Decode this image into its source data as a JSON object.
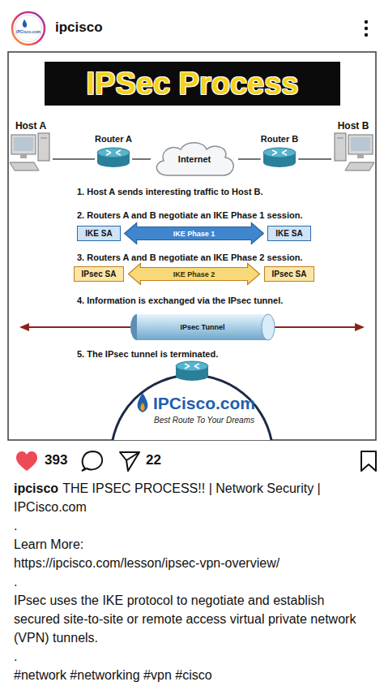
{
  "diagram": {
    "title": "IPSec Process",
    "nodes": [
      {
        "text": [
          "Host A"
        ]
      },
      {
        "text": [
          "Router A"
        ]
      },
      {
        "text": [
          "Internet"
        ]
      },
      {
        "text": [
          "Router B"
        ]
      },
      {
        "text": [
          "Host B"
        ]
      },
      {
        "text": [
          "IKE SA"
        ]
      },
      {
        "text": [
          "IKE SA"
        ]
      },
      {
        "text": [
          "IPsec SA"
        ]
      },
      {
        "text": [
          "IPsec SA"
        ]
      },
      {
        "text": [
          "IPsec Tunnel"
        ]
      }
    ],
    "edges": [
      {
        "from": 0,
        "to": 1,
        "arrow": "none"
      },
      {
        "from": 1,
        "to": 2,
        "arrow": "none"
      },
      {
        "from": 2,
        "to": 3,
        "arrow": "none"
      },
      {
        "from": 3,
        "to": 4,
        "arrow": "none"
      },
      {
        "from": 5,
        "to": 6,
        "label": "IKE Phase 1",
        "arrow": "both"
      },
      {
        "from": 7,
        "to": 8,
        "label": "IKE Phase 2",
        "arrow": "both"
      }
    ],
    "labels": [
      "ipcisco",
      "IPCisco.com",
      "1. Host A sends interesting traffic to Host B.",
      "2. Routers A and B negotiate an IKE Phase 1 session.",
      "3. Routers A and B negotiate an IKE Phase 2 session.",
      "4. Information is exchanged via the IPsec tunnel.",
      "5. The IPsec tunnel is terminated.",
      "IPCisco.com",
      "Best Route To Your Dreams",
      "393",
      "22",
      "ipcisco",
      "THE IPSEC PROCESS!! | Network Security | IPCisco.com",
      ".",
      "Learn More:",
      "https://ipcisco.com/lesson/ipsec-vpn-overview/",
      ".",
      "IPsec uses the IKE protocol to negotiate and establish secured site-to-site or remote access virtual private network (VPN) tunnels.",
      ".",
      "#network #networking #vpn #cisco"
    ]
  }
}
